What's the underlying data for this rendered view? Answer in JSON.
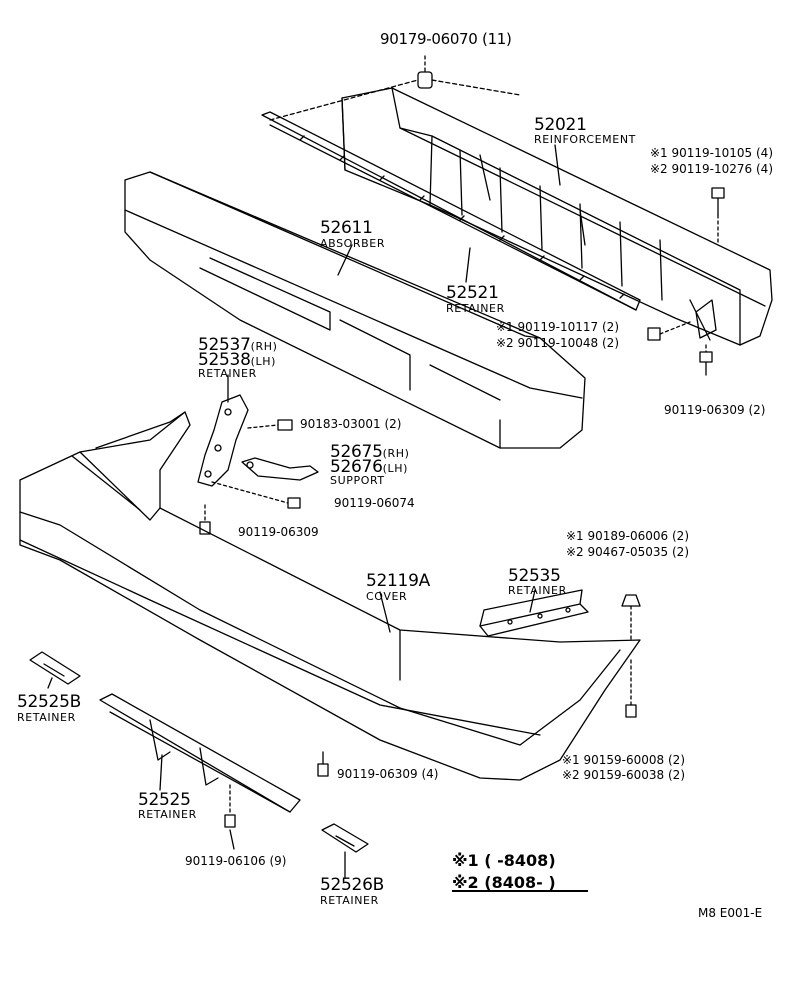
{
  "parts": {
    "p90179": "90179-06070 (11)",
    "p52021": "52021",
    "p52021_name": "REINFORCEMENT",
    "p_r1": "※1 90119-10105 (4)",
    "p_r2": "※2 90119-10276 (4)",
    "p52611": "52611",
    "p52611_name": "ABSORBER",
    "p52521": "52521",
    "p52521_name": "RETAINER",
    "p_s1": "※1 90119-10117 (2)",
    "p_s2": "※2 90119-10048 (2)",
    "p_rbolt": "90119-06309 (2)",
    "p52537": "52537",
    "p52537_side": "(RH)",
    "p52538": "52538",
    "p52538_side": "(LH)",
    "p52537_name": "RETAINER",
    "p90183": "90183-03001 (2)",
    "p52675": "52675",
    "p52675_side": "(RH)",
    "p52676": "52676",
    "p52676_side": "(LH)",
    "p52675_name": "SUPPORT",
    "p90119_06074": "90119-06074",
    "p90119_06309": "90119-06309",
    "p_c1": "※1 90189-06006 (2)",
    "p_c2": "※2 90467-05035 (2)",
    "p52119": "52119A",
    "p52119_name": "COVER",
    "p52535": "52535",
    "p52535_name": "RETAINER",
    "p52525b": "52525B",
    "p52525b_name": "RETAINER",
    "p_b1": "※1 90159-60008 (2)",
    "p_b2": "※2 90159-60038 (2)",
    "p_bolt4": "90119-06309 (4)",
    "p52525": "52525",
    "p52525_name": "RETAINER",
    "p90119_06106": "90119-06106 (9)",
    "p52526b": "52526B",
    "p52526b_name": "RETAINER"
  },
  "legend": {
    "row1": "※1 (        -8408)",
    "row2": "※2 (8408-        )"
  },
  "footer": {
    "code": "M8  E001-E"
  }
}
